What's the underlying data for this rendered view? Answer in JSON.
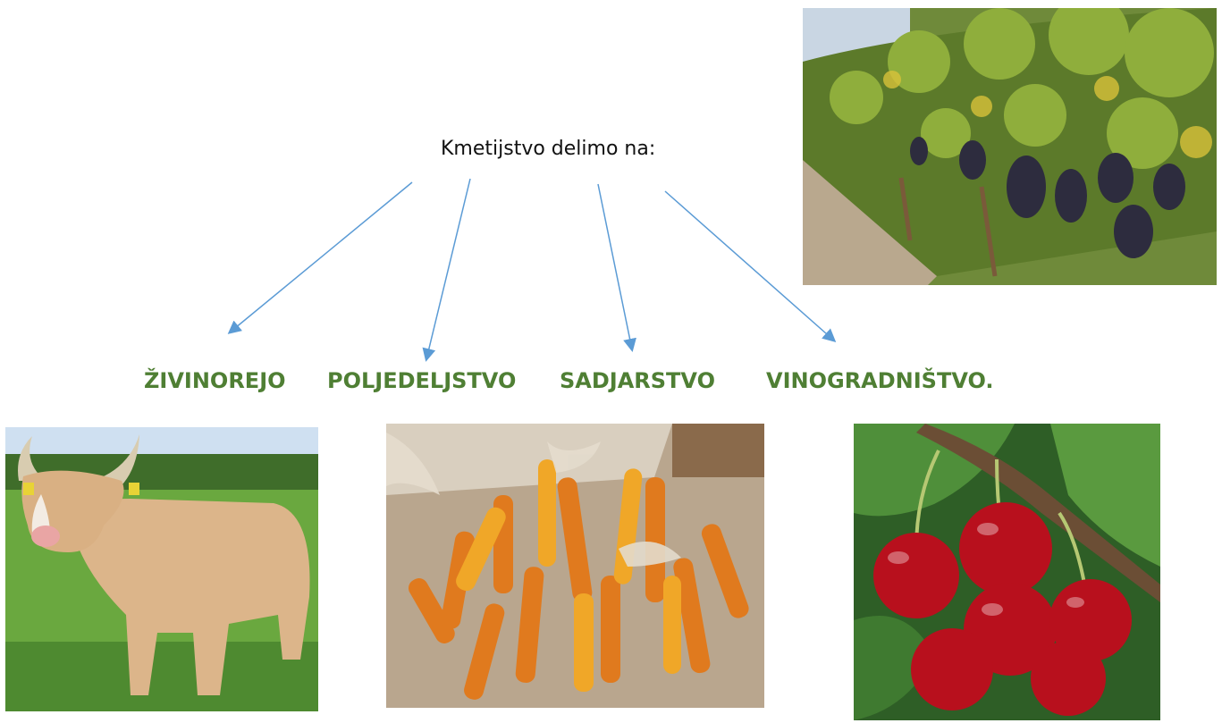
{
  "heading": "Kmetijstvo delimo na:",
  "categories": [
    {
      "label": "ŽIVINOREJO"
    },
    {
      "label": "POLJEDELJSTVO"
    },
    {
      "label": "SADJARSTVO"
    },
    {
      "label": "VINOGRADNIŠTVO."
    }
  ],
  "colors": {
    "category_text": "#4f7f34",
    "arrow": "#5b9bd5",
    "heading_text": "#111111"
  },
  "images": [
    "vineyard-grapes",
    "cow",
    "corn-cobs",
    "cherries"
  ]
}
